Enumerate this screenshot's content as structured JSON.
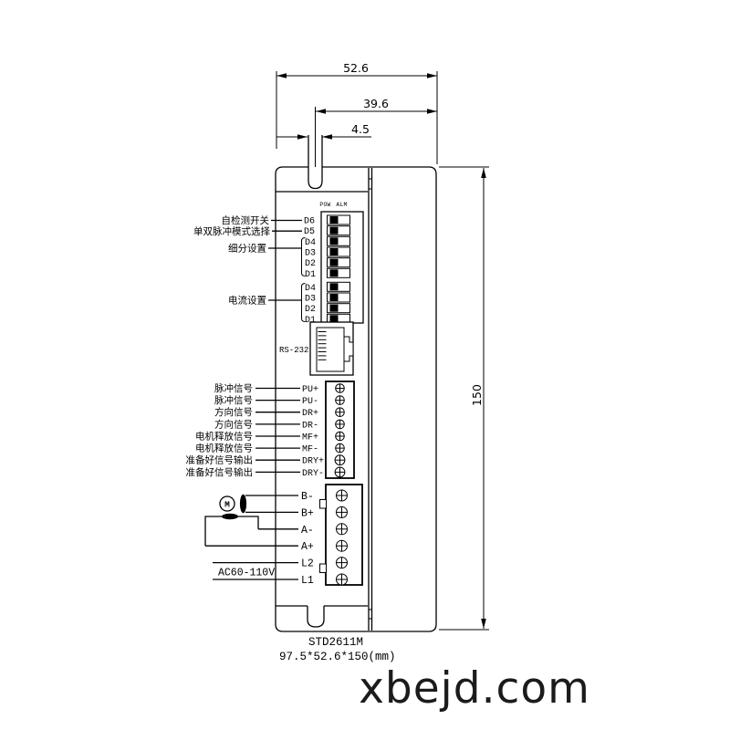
{
  "title": "stepper-driver-dimension-diagram",
  "watermark": "xbejd.com",
  "footer": {
    "model": "STD2611M",
    "size": "97.5*52.6*150(mm)"
  },
  "dimensions": {
    "total_width": "52.6",
    "slot_to_edge": "39.6",
    "slot_width": "4.5",
    "height": "150"
  },
  "leds": {
    "pow": "POW",
    "alm": "ALM"
  },
  "dip": {
    "function_labels": [
      "自检测开关",
      "单双脉冲模式选择",
      "细分设置",
      "电流设置"
    ],
    "group1_labels": [
      "D6",
      "D5",
      "D4",
      "D3",
      "D2",
      "D1"
    ],
    "group2_labels": [
      "D4",
      "D3",
      "D2",
      "D1"
    ]
  },
  "rs232": {
    "label": "RS-232"
  },
  "signals": {
    "descriptions": [
      "脉冲信号",
      "脉冲信号",
      "方向信号",
      "方向信号",
      "电机释放信号",
      "电机释放信号",
      "准备好信号输出",
      "准备好信号输出"
    ],
    "terminals": [
      "PU+",
      "PU-",
      "DR+",
      "DR-",
      "MF+",
      "MF-",
      "DRY+",
      "DRY-"
    ]
  },
  "power": {
    "terminals": [
      "B-",
      "B+",
      "A-",
      "A+",
      "L2",
      "L1"
    ],
    "ac_label": "AC60-110V",
    "motor_letter": "M"
  },
  "colors": {
    "line": "#000000",
    "background": "#ffffff",
    "watermark": "#1b1b1b"
  }
}
